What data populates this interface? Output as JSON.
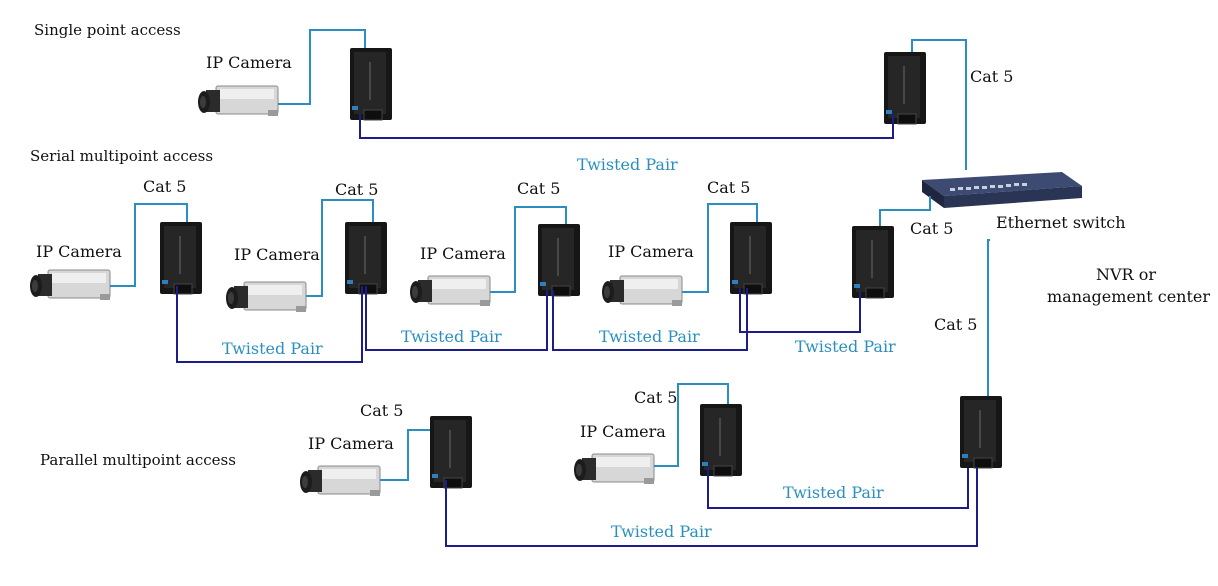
{
  "sections": {
    "single": "Single point access",
    "serial": "Serial multipoint access",
    "parallel": "Parallel multipoint access"
  },
  "labels": {
    "ip_camera": "IP Camera",
    "cat5": "Cat 5",
    "twisted_pair": "Twisted Pair",
    "ethernet_switch": "Ethernet switch",
    "nvr_line1": "NVR or",
    "nvr_line2": "management center"
  },
  "colors": {
    "cat5": "#2a8fc0",
    "twisted_pair": "#1d1d8a",
    "twisted_pair_label": "#2a8fc0"
  },
  "icons": {
    "camera": "ip-camera-icon",
    "converter": "media-converter-icon",
    "switch": "ethernet-switch-icon"
  }
}
